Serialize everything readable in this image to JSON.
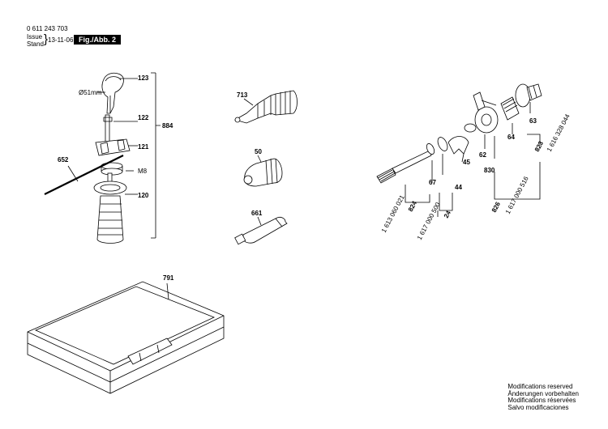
{
  "header": {
    "doc_number": "0 611 243 703",
    "issue_label": "Issue",
    "stand_label": "Stand",
    "date": "13-11-06",
    "figure_label": "Fig./Abb. 2"
  },
  "parts": {
    "p123": "123",
    "p122": "122",
    "p121": "121",
    "p120": "120",
    "p884": "884",
    "p652": "652",
    "m8": "M8",
    "dia": "Ø51mm",
    "p713": "713",
    "p50": "50",
    "p661": "661",
    "p791": "791",
    "p63": "63",
    "p64": "64",
    "p62": "62",
    "p830": "830",
    "p45": "45",
    "p44": "44",
    "p67": "67",
    "p824": "824",
    "p24": "24",
    "p826": "826",
    "p823": "823",
    "n_1613060021": "1 613 060 021",
    "n_1617000500": "1 617 000 500",
    "n_1617000516": "1 617 000 516",
    "n_1616328044": "1 616 328 044"
  },
  "notes": [
    "Modifications reserved",
    "Änderungen vorbehalten",
    "Modifications réservées",
    "Salvo modificaciones"
  ]
}
